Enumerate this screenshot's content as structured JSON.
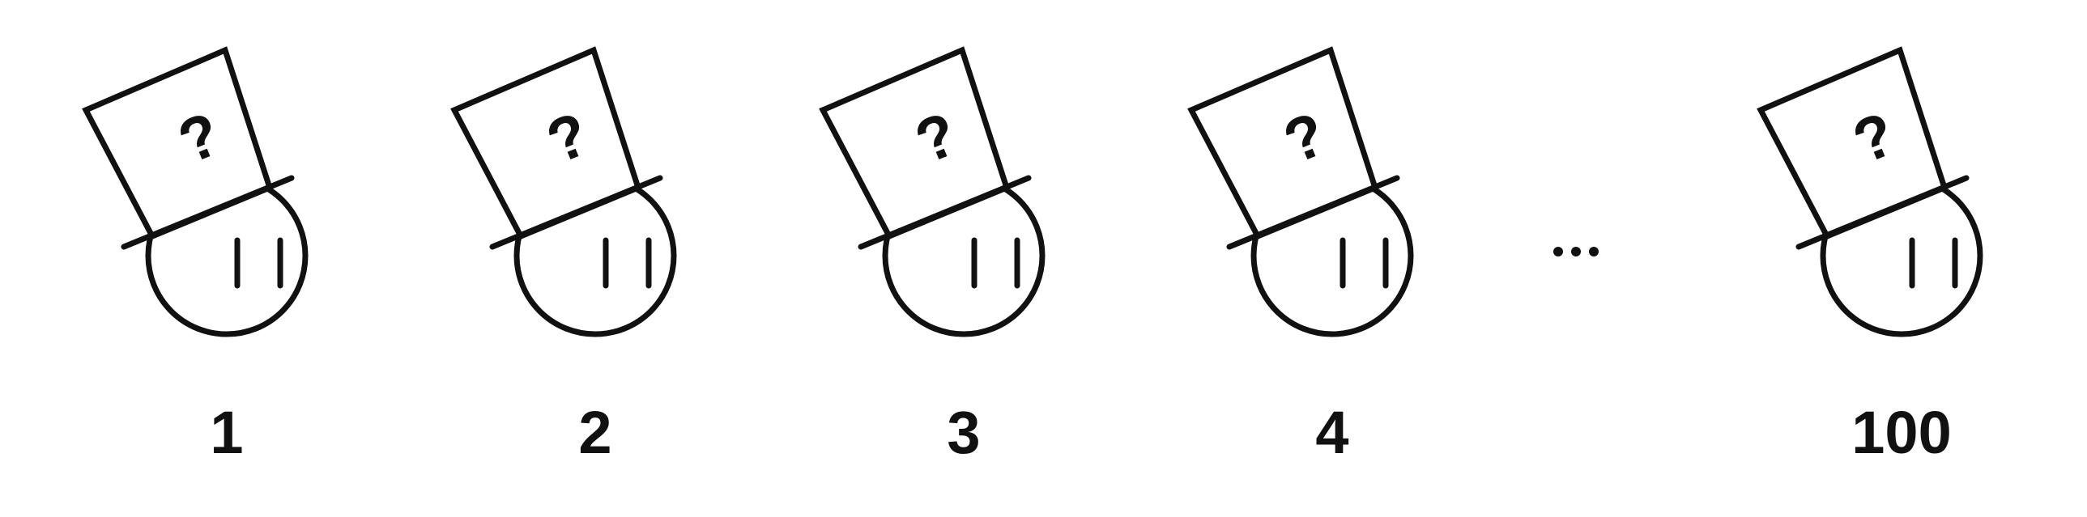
{
  "colors": {
    "stroke": "#111111",
    "background": "#ffffff"
  },
  "figures": [
    {
      "label": "1",
      "hat_mark": "?"
    },
    {
      "label": "2",
      "hat_mark": "?"
    },
    {
      "label": "3",
      "hat_mark": "?"
    },
    {
      "label": "4",
      "hat_mark": "?"
    },
    {
      "label": "100",
      "hat_mark": "?"
    }
  ],
  "ellipsis_icon": "ellipsis-icon"
}
